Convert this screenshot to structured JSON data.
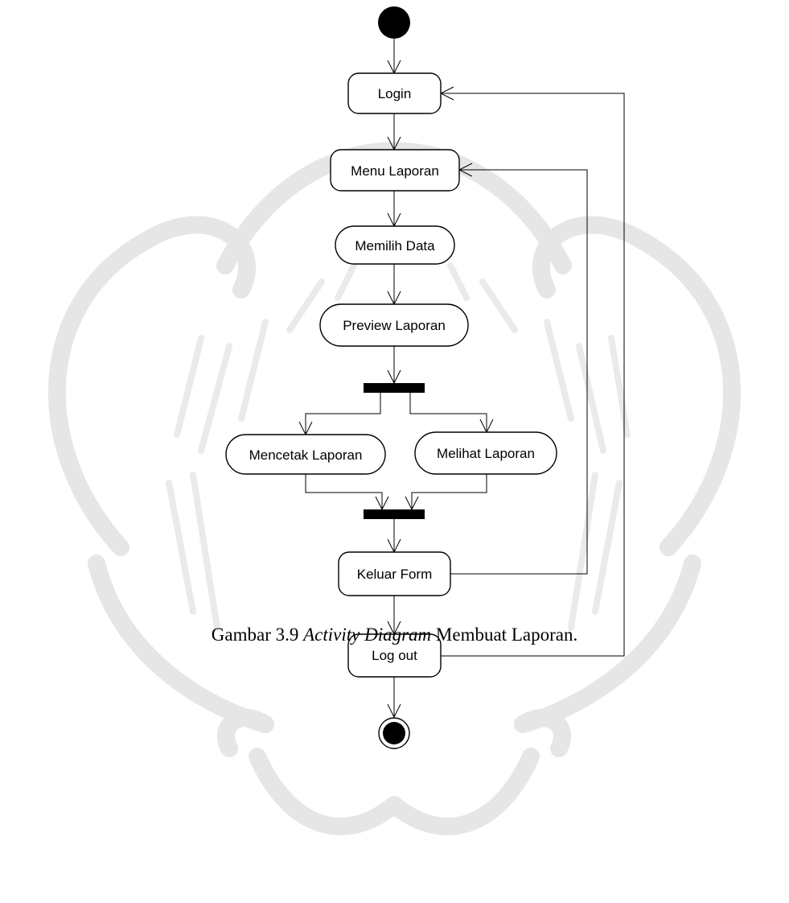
{
  "diagram": {
    "nodes": {
      "login": "Login",
      "menu_laporan": "Menu Laporan",
      "memilih_data": "Memilih Data",
      "preview_laporan": "Preview Laporan",
      "mencetak_laporan": "Mencetak Laporan",
      "melihat_laporan": "Melihat Laporan",
      "keluar_form": "Keluar Form",
      "log_out": "Log out"
    }
  },
  "caption": {
    "prefix": "Gambar 3.9 ",
    "italic": "Activity Diagram",
    "suffix": " Membuat Laporan."
  }
}
